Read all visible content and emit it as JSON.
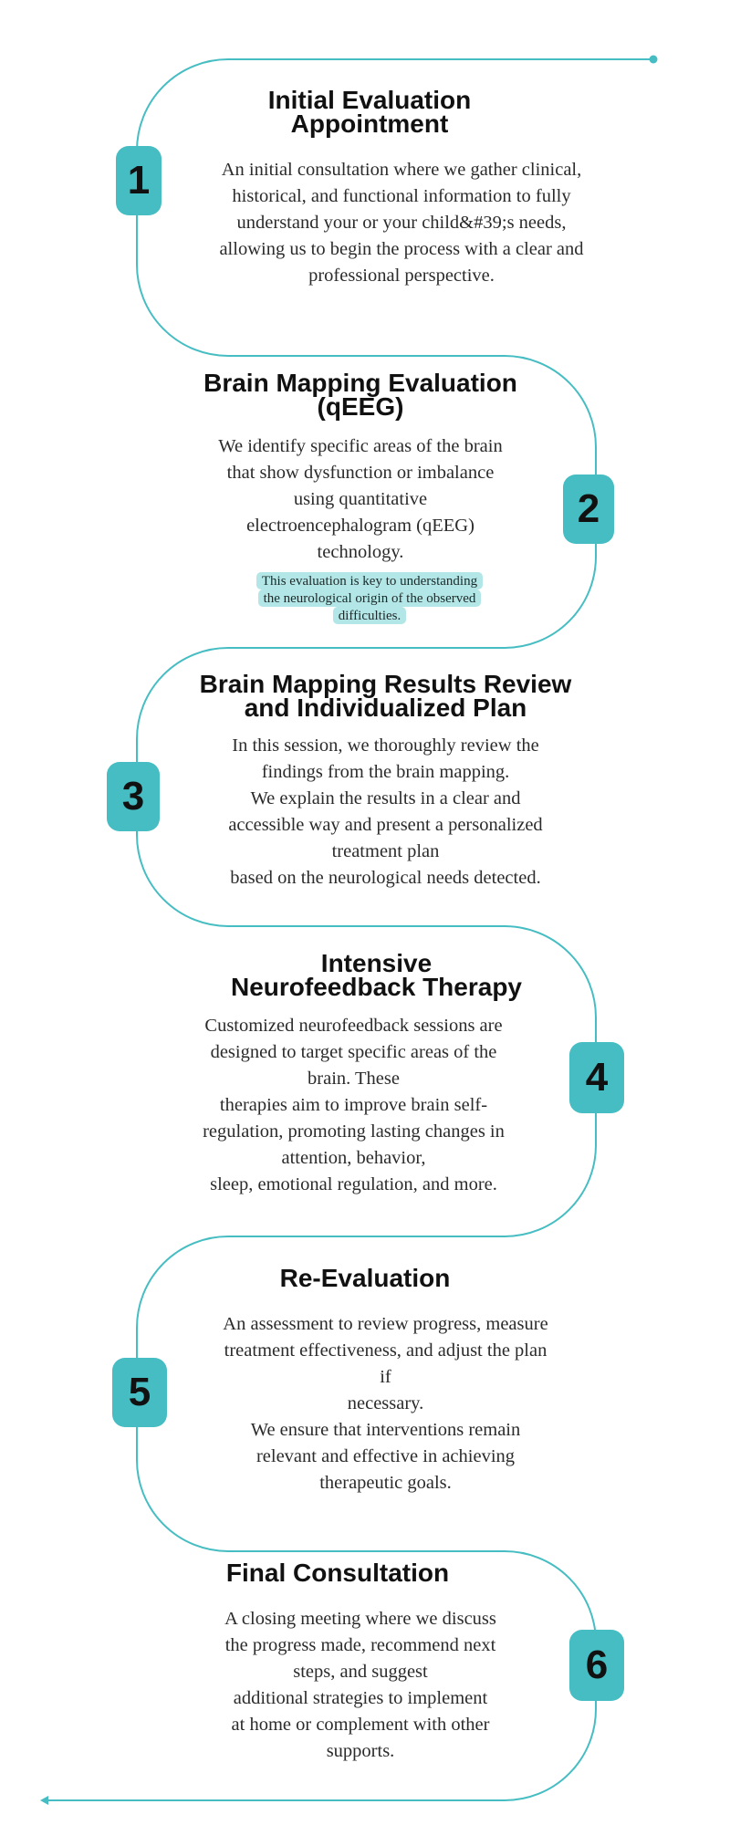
{
  "colors": {
    "accent": "#45bdc2",
    "note_highlight": "#b3e6e6",
    "text_dark": "#111111",
    "text_body": "#2b2b2b"
  },
  "steps": [
    {
      "number": "1",
      "title_lines": [
        "Initial Evaluation",
        "Appointment"
      ],
      "description_lines": [
        "An initial consultation where we gather clinical,",
        "historical, and functional information to fully",
        "understand your or your child&#39;s needs,",
        "allowing us to begin the process with a clear and",
        "professional perspective."
      ]
    },
    {
      "number": "2",
      "title_lines": [
        "Brain Mapping Evaluation",
        "(qEEG)"
      ],
      "description_lines": [
        "We identify specific areas of the brain",
        "that show dysfunction or imbalance",
        "using quantitative",
        "electroencephalogram (qEEG)",
        "technology."
      ],
      "note_lines": [
        "This evaluation is key to understanding",
        "the neurological origin of the observed",
        "difficulties."
      ]
    },
    {
      "number": "3",
      "title_lines": [
        "Brain Mapping Results Review",
        "and Individualized Plan"
      ],
      "description_lines": [
        "In this session, we thoroughly review the",
        "findings from the brain mapping.",
        "We explain the results in a clear and",
        "accessible way and present a personalized",
        "treatment plan",
        "based on the neurological needs detected."
      ]
    },
    {
      "number": "4",
      "title_lines": [
        "Intensive",
        "Neurofeedback Therapy"
      ],
      "description_lines": [
        "Customized neurofeedback sessions are",
        "designed to target specific areas of the",
        "brain. These",
        "therapies aim to improve brain self-",
        "regulation, promoting lasting changes in",
        "attention, behavior,",
        "sleep, emotional regulation, and more."
      ]
    },
    {
      "number": "5",
      "title_lines": [
        "Re-Evaluation"
      ],
      "description_lines": [
        "An assessment to review progress, measure",
        "treatment effectiveness, and adjust the plan",
        "if",
        "necessary.",
        "We ensure that interventions remain",
        "relevant and effective in achieving",
        "therapeutic goals."
      ]
    },
    {
      "number": "6",
      "title_lines": [
        "Final Consultation"
      ],
      "description_lines": [
        "A closing meeting where we discuss",
        "the progress made, recommend next",
        "steps, and suggest",
        "additional strategies to implement",
        "at home or complement with other",
        "supports."
      ]
    }
  ]
}
